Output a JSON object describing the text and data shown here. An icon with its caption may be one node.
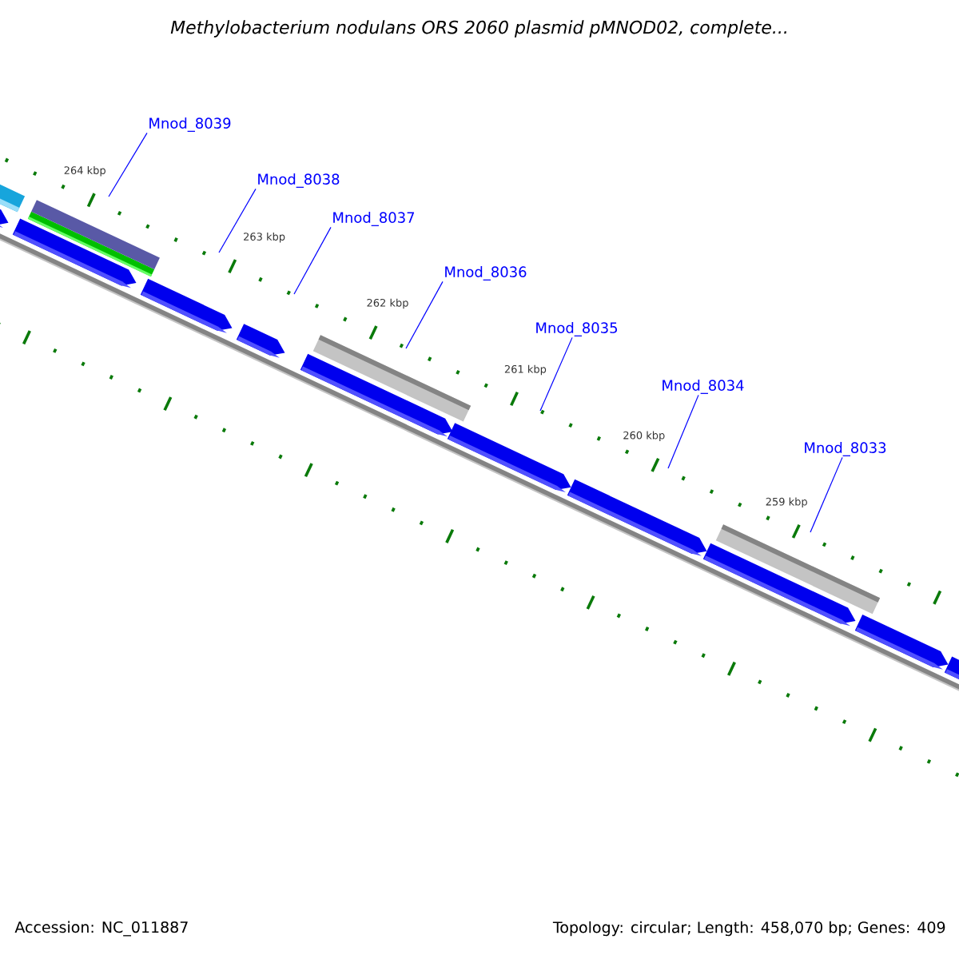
{
  "diagram": {
    "title": "Methylobacterium nodulans ORS 2060 plasmid pMNOD02, complete...",
    "nodes": [
      {
        "text": [
          "Mnod_8039"
        ]
      },
      {
        "text": [
          "Mnod_8038"
        ]
      },
      {
        "text": [
          "Mnod_8037"
        ]
      },
      {
        "text": [
          "Mnod_8036"
        ]
      },
      {
        "text": [
          "Mnod_8035"
        ]
      },
      {
        "text": [
          "Mnod_8034"
        ]
      },
      {
        "text": [
          "Mnod_8033"
        ]
      }
    ],
    "edges": [
      {
        "from": 0,
        "to": null,
        "arrow": "none"
      },
      {
        "from": 1,
        "to": null,
        "arrow": "none"
      },
      {
        "from": 2,
        "to": null,
        "arrow": "none"
      },
      {
        "from": 3,
        "to": null,
        "arrow": "none"
      },
      {
        "from": 4,
        "to": null,
        "arrow": "none"
      },
      {
        "from": 5,
        "to": null,
        "arrow": "none"
      },
      {
        "from": 6,
        "to": null,
        "arrow": "none"
      }
    ],
    "labels": [
      "264 kbp",
      "263 kbp",
      "262 kbp",
      "261 kbp",
      "260 kbp",
      "259 kbp",
      "Accession: NC_011887",
      "Topology: circular; Length: 458,070 bp; Genes: 409"
    ]
  }
}
